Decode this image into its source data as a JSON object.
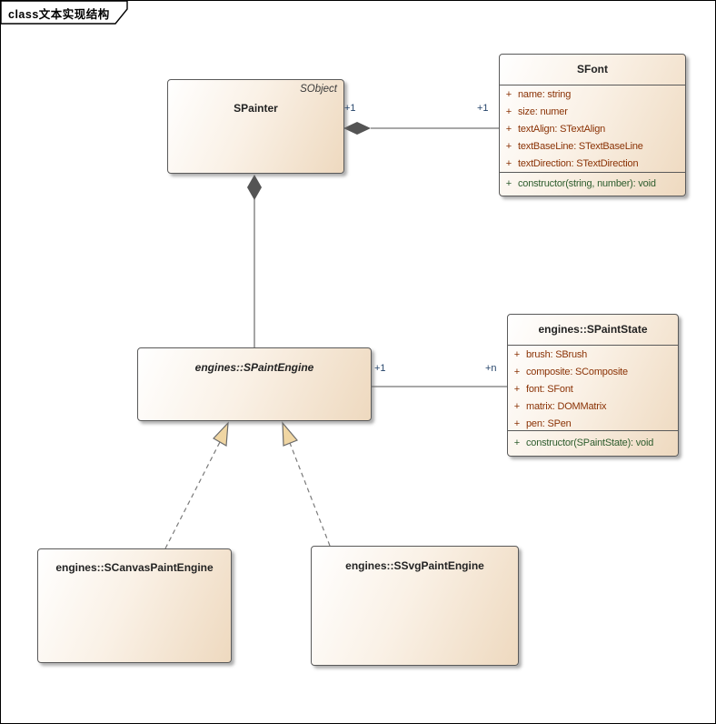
{
  "frame": {
    "label": "class文本实现结构"
  },
  "classes": {
    "spainter": {
      "name": "SPainter",
      "stereotype": "SObject"
    },
    "sfont": {
      "name": "SFont",
      "attributes": [
        {
          "v": "+",
          "t": "name: string"
        },
        {
          "v": "+",
          "t": "size: numer"
        },
        {
          "v": "+",
          "t": "textAlign: STextAlign"
        },
        {
          "v": "+",
          "t": "textBaseLine: STextBaseLine"
        },
        {
          "v": "+",
          "t": "textDirection: STextDirection"
        }
      ],
      "operations": [
        {
          "v": "+",
          "t": "constructor(string, number): void"
        }
      ]
    },
    "spaintengine": {
      "name": "engines::SPaintEngine"
    },
    "spaintstate": {
      "name": "engines::SPaintState",
      "attributes": [
        {
          "v": "+",
          "t": "brush: SBrush"
        },
        {
          "v": "+",
          "t": "composite: SComposite"
        },
        {
          "v": "+",
          "t": "font: SFont"
        },
        {
          "v": "+",
          "t": "matrix: DOMMatrix"
        },
        {
          "v": "+",
          "t": "pen: SPen"
        }
      ],
      "operations": [
        {
          "v": "+",
          "t": "constructor(SPaintState): void"
        }
      ]
    },
    "scanvaspaintengine": {
      "name": "engines::SCanvasPaintEngine"
    },
    "ssvgpaintengine": {
      "name": "engines::SSvgPaintEngine"
    }
  },
  "connectors": {
    "painter_font": {
      "type": "composition",
      "source_mult": "+1",
      "target_mult": "+1"
    },
    "painter_engine": {
      "type": "composition"
    },
    "engine_state": {
      "type": "association",
      "source_mult": "+1",
      "target_mult": "+n"
    },
    "canvas_generalization": {
      "type": "generalization"
    },
    "svg_generalization": {
      "type": "generalization"
    }
  },
  "colors": {
    "box_fill_end": "#eed9bf",
    "box_border": "#5a5a5a",
    "attribute_text": "#8a3205",
    "operation_text": "#2d5c2d",
    "multiplicity_text": "#26456b",
    "connector_line": "#757575",
    "diamond_fill": "#545454",
    "triangle_fill": "#f0d6a3"
  }
}
